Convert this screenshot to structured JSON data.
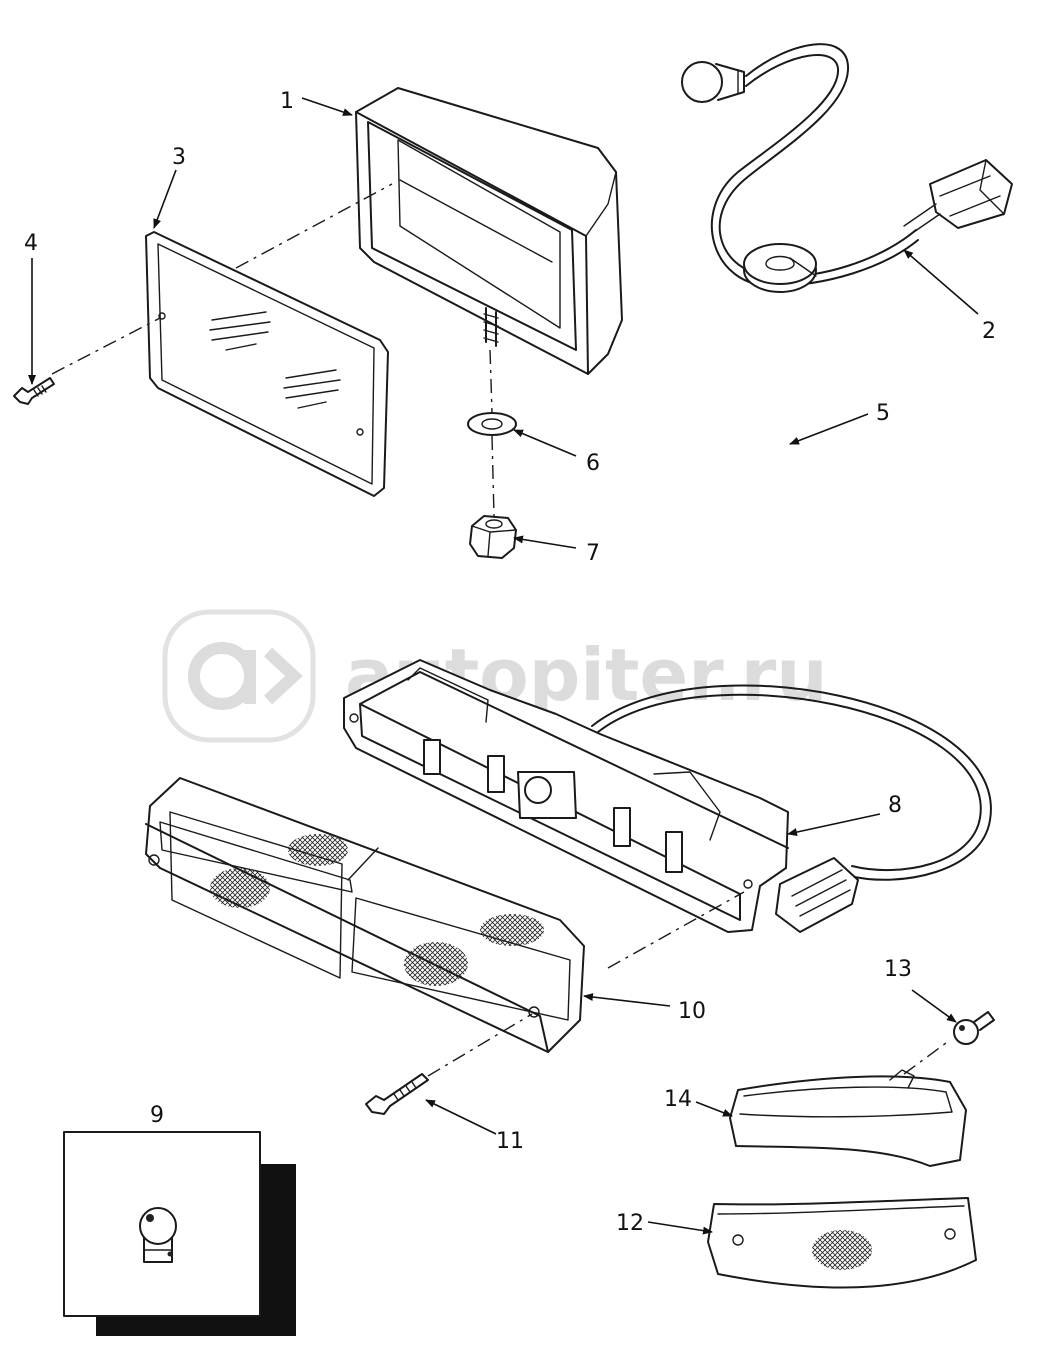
{
  "watermark": {
    "text": "autopiter.ru"
  },
  "callouts": [
    {
      "id": "1",
      "label": "1"
    },
    {
      "id": "2",
      "label": "2"
    },
    {
      "id": "3",
      "label": "3"
    },
    {
      "id": "4",
      "label": "4"
    },
    {
      "id": "5",
      "label": "5"
    },
    {
      "id": "6",
      "label": "6"
    },
    {
      "id": "7",
      "label": "7"
    },
    {
      "id": "8",
      "label": "8"
    },
    {
      "id": "9",
      "label": "9"
    },
    {
      "id": "10",
      "label": "10"
    },
    {
      "id": "11",
      "label": "11"
    },
    {
      "id": "12",
      "label": "12"
    },
    {
      "id": "13",
      "label": "13"
    },
    {
      "id": "14",
      "label": "14"
    }
  ],
  "colors": {
    "line": "#1a1a1a",
    "watermark": "#dcdcdc",
    "background": "#ffffff"
  }
}
